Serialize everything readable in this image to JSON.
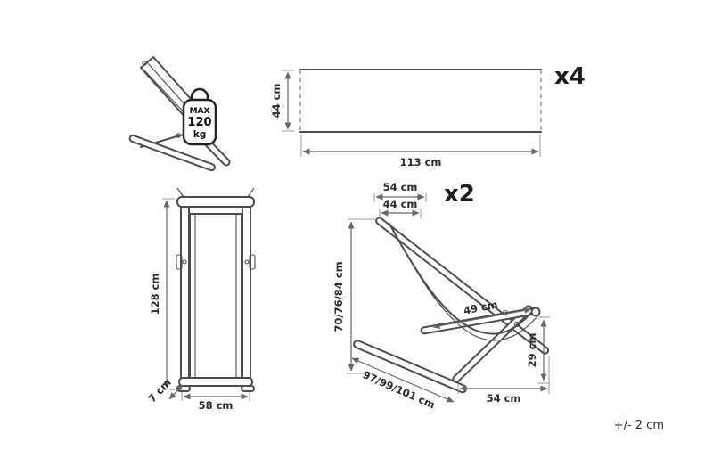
{
  "page": {
    "background": "#ffffff",
    "tolerance_note": "+/- 2 cm"
  },
  "colors": {
    "frame_line": "#4d4d4d",
    "dimension_line": "#666666",
    "label_text": "#2b2b2b"
  },
  "weight_badge": {
    "line1": "MAX",
    "line2": "120",
    "line3": "kg"
  },
  "fabric_panel": {
    "height_label": "44 cm",
    "width_label": "113 cm",
    "count_label": "x4"
  },
  "front_view": {
    "height_label": "128 cm",
    "width_label": "58 cm",
    "depth_label": "7 cm"
  },
  "side_view": {
    "count_label": "x2",
    "top_width_label": "54 cm",
    "inner_width_label": "44 cm",
    "height_label": "70/76/84 cm",
    "seat_length_label": "49 cm",
    "seat_height_label": "29 cm",
    "frame_length_label": "97/99/101 cm",
    "base_width_label": "54 cm"
  }
}
